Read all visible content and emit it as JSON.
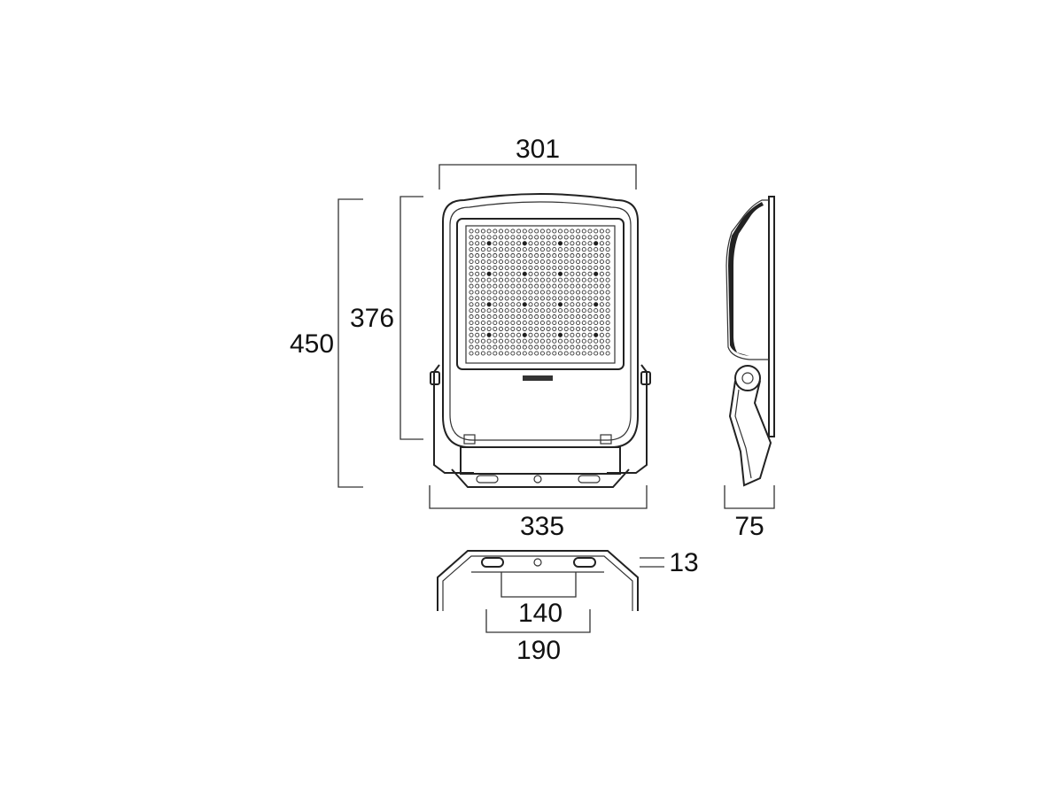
{
  "dimensions": {
    "front_width": "301",
    "total_height": "450",
    "housing_height": "376",
    "bracket_width": "335",
    "depth": "75",
    "bracket_thickness": "13",
    "hole_spacing": "140",
    "bracket_span": "190"
  },
  "colors": {
    "line": "#222222",
    "background": "#ffffff"
  }
}
